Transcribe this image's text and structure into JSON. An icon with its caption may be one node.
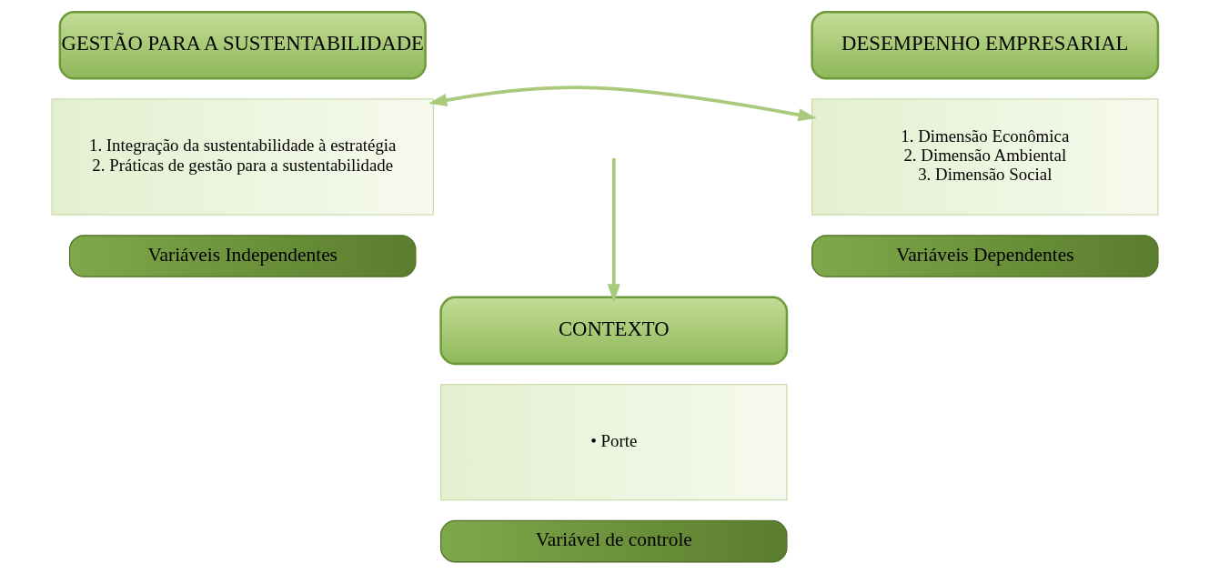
{
  "diagram": {
    "nodes": [
      {
        "text": [
          "GESTÃO PARA A SUSTENTABILIDADE"
        ]
      },
      {
        "text": [
          "1. Integração da sustentabilidade à estratégia",
          "2. Práticas de gestão para a sustentabilidade"
        ]
      },
      {
        "text": [
          "Variáveis Independentes"
        ]
      },
      {
        "text": [
          "DESEMPENHO EMPRESARIAL"
        ]
      },
      {
        "text": [
          "1. Dimensão Econômica",
          "2. Dimensão Ambiental",
          "3. Dimensão Social"
        ]
      },
      {
        "text": [
          "Variáveis Dependentes"
        ]
      },
      {
        "text": [
          "CONTEXTO"
        ]
      },
      {
        "text": [
          "• Porte"
        ]
      },
      {
        "text": [
          "Variável de controle"
        ]
      }
    ],
    "edges": [
      {
        "from": 1,
        "to": 4,
        "arrow": "both"
      },
      {
        "from": null,
        "to": 6,
        "arrow": "to"
      }
    ]
  }
}
